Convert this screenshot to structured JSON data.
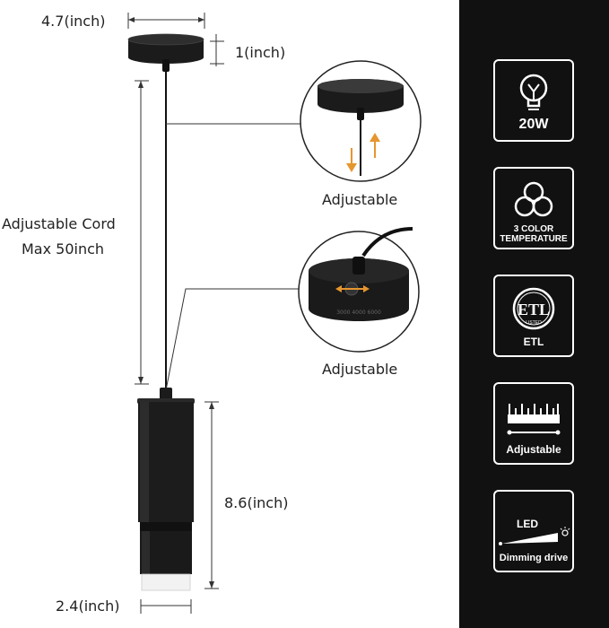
{
  "dimensions": {
    "canopy_width": "4.7(inch)",
    "canopy_height": "1(inch)",
    "cord_line1": "Adjustable Cord",
    "cord_line2": "Max 50inch",
    "shade_length": "8.6(inch)",
    "shade_width": "2.4(inch)"
  },
  "details": {
    "canopy_caption": "Adjustable",
    "tilt_caption": "Adjustable",
    "cct_markings": "3000 4000 6000"
  },
  "features": [
    {
      "icon": "bulb-icon",
      "label": "20W"
    },
    {
      "icon": "color-temperature-icon",
      "label_line1": "3 COLOR",
      "label_line2": "TEMPERATURE"
    },
    {
      "icon": "etl-listed-icon",
      "mark": "ETL",
      "sub": "LISTED",
      "label": "ETL"
    },
    {
      "icon": "ruler-icon",
      "label": "Adjustable"
    },
    {
      "icon": "dimming-icon",
      "top": "LED",
      "label": "Dimming drive"
    }
  ],
  "colors": {
    "sidebar_bg": "#111111",
    "fixture": "#1c1c1c",
    "arrow_accent": "#e6962e"
  }
}
